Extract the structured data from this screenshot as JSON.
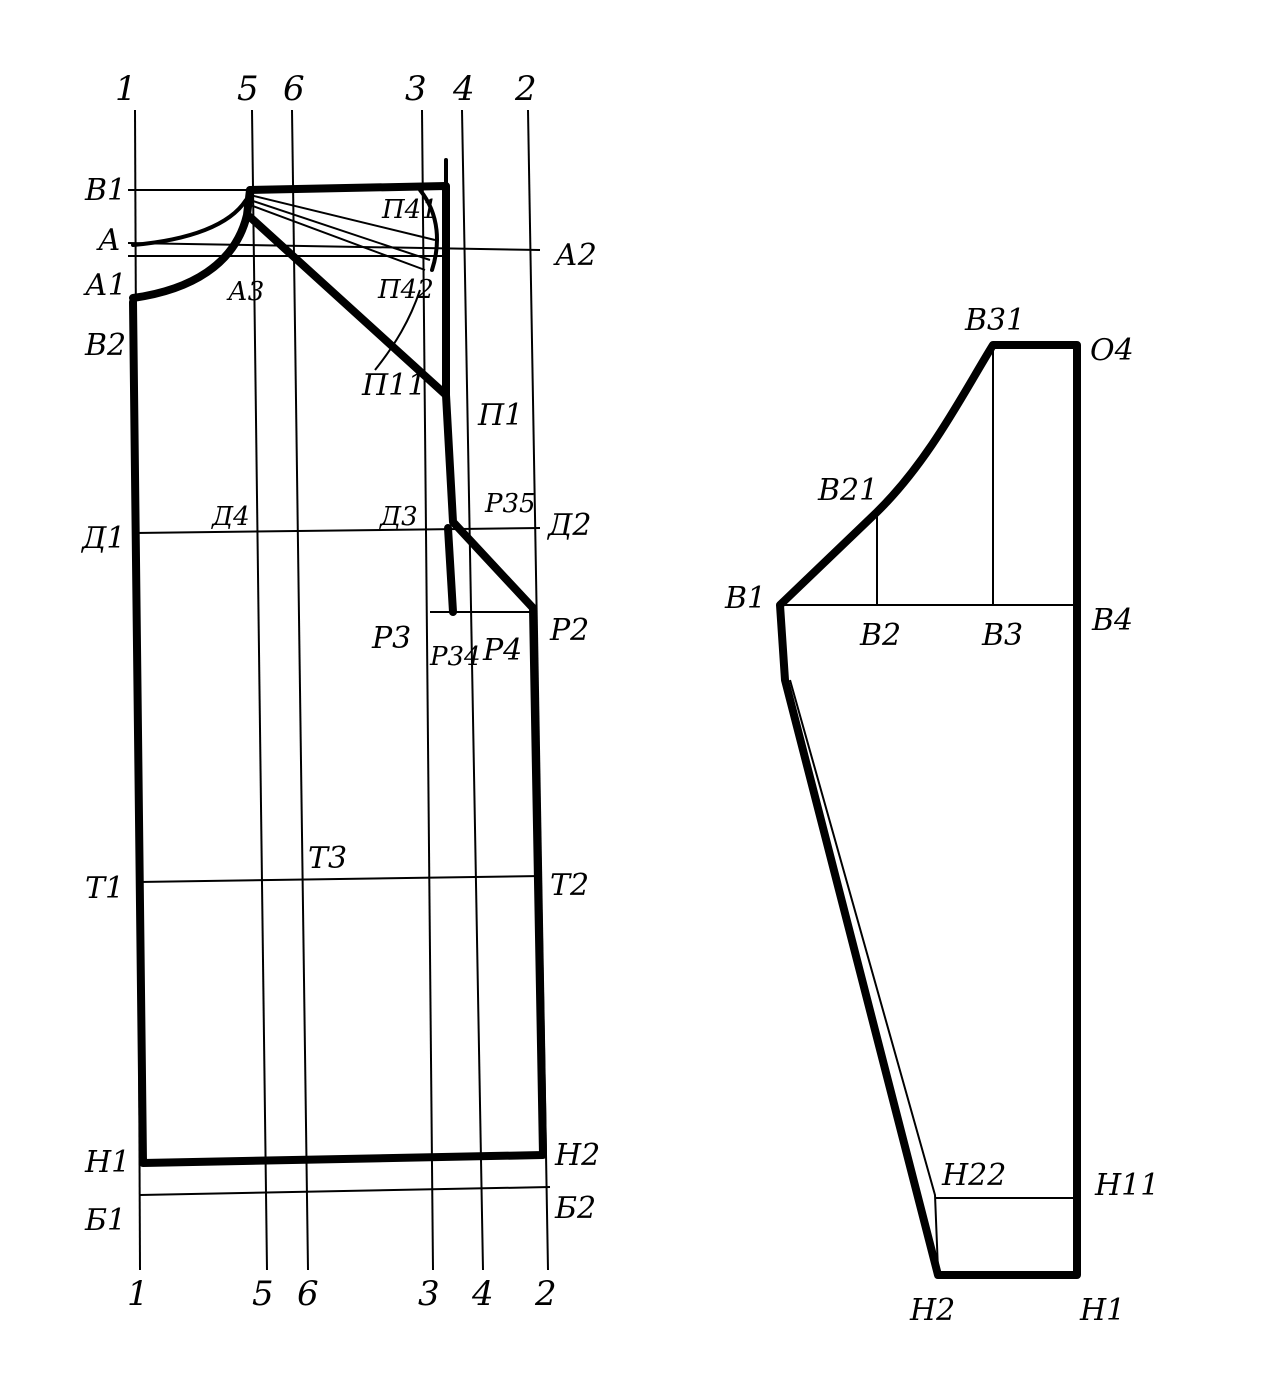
{
  "labels": {
    "grid_top_1": "1",
    "grid_top_5": "5",
    "grid_top_6": "6",
    "grid_top_3": "3",
    "grid_top_4": "4",
    "grid_top_2": "2",
    "grid_bot_1": "1",
    "grid_bot_5": "5",
    "grid_bot_6": "6",
    "grid_bot_3": "3",
    "grid_bot_4": "4",
    "grid_bot_2": "2",
    "B1_top": "В1",
    "A": "А",
    "A1": "А1",
    "B_left": "В2",
    "A2": "А2",
    "A3": "А3",
    "P41": "П41",
    "P42": "П42",
    "P11": "П11",
    "P1": "П1",
    "D1": "Д1",
    "D4": "Д4",
    "D3": "Д3",
    "P35": "Р35",
    "D2": "Д2",
    "P3": "Р3",
    "P34": "Р34",
    "P4": "Р4",
    "P2": "Р2",
    "T1": "Т1",
    "T3": "Т3",
    "T2": "Т2",
    "H1_left": "Н1",
    "H2_left": "Н2",
    "B1_bot": "Б1",
    "B2_bot": "Б2",
    "B31": "В31",
    "O4": "О4",
    "B21": "В21",
    "B1_right": "В1",
    "B2_right": "В2",
    "B3_right": "В3",
    "B4_right": "В4",
    "H22": "Н22",
    "H11": "Н11",
    "H2_right": "Н2",
    "H1_right": "Н1"
  }
}
